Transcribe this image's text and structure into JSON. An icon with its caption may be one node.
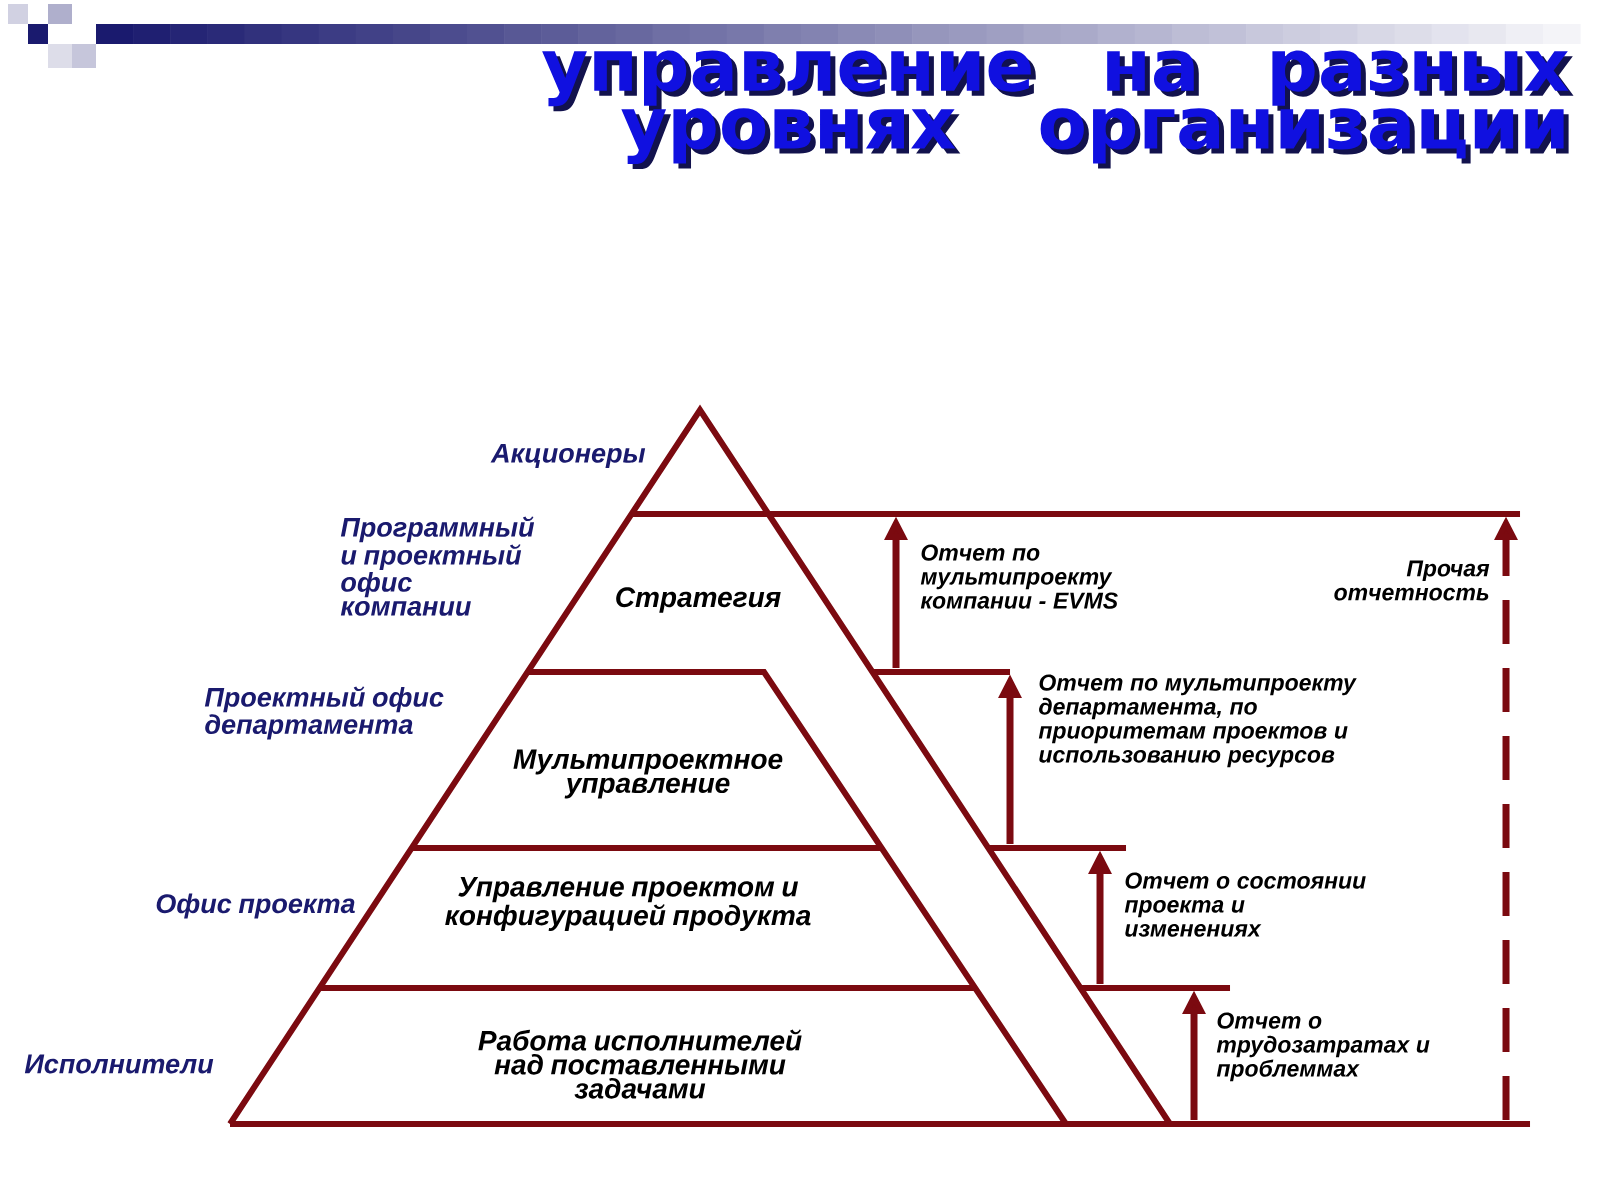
{
  "diagram": {
    "title": "управление на разных уровнях организации",
    "nodes": [
      {
        "text": [
          "Стратегия"
        ],
        "beside": [
          "Программный и проектный офис компании"
        ]
      },
      {
        "text": [
          "Мультипроектное управление"
        ]
      },
      {
        "text": [
          "Управление проектом и конфигурацией продукта"
        ],
        "beside": [
          "Офис проекта"
        ]
      },
      {
        "text": [
          "Работа исполнителей над поставленными задачами"
        ]
      }
    ],
    "labels": [
      "Акционеры",
      "Проектный офис департамента",
      "Исполнители",
      "Отчет по мультипроекту компании - EVMS",
      "Прочая отчетность",
      "Отчет по мультипроекту департамента, по приоритетам проектов и использованию ресурсов",
      "Отчет о состоянии проекта и изменениях",
      "Отчет о трудозатратах и проблеммах"
    ]
  }
}
